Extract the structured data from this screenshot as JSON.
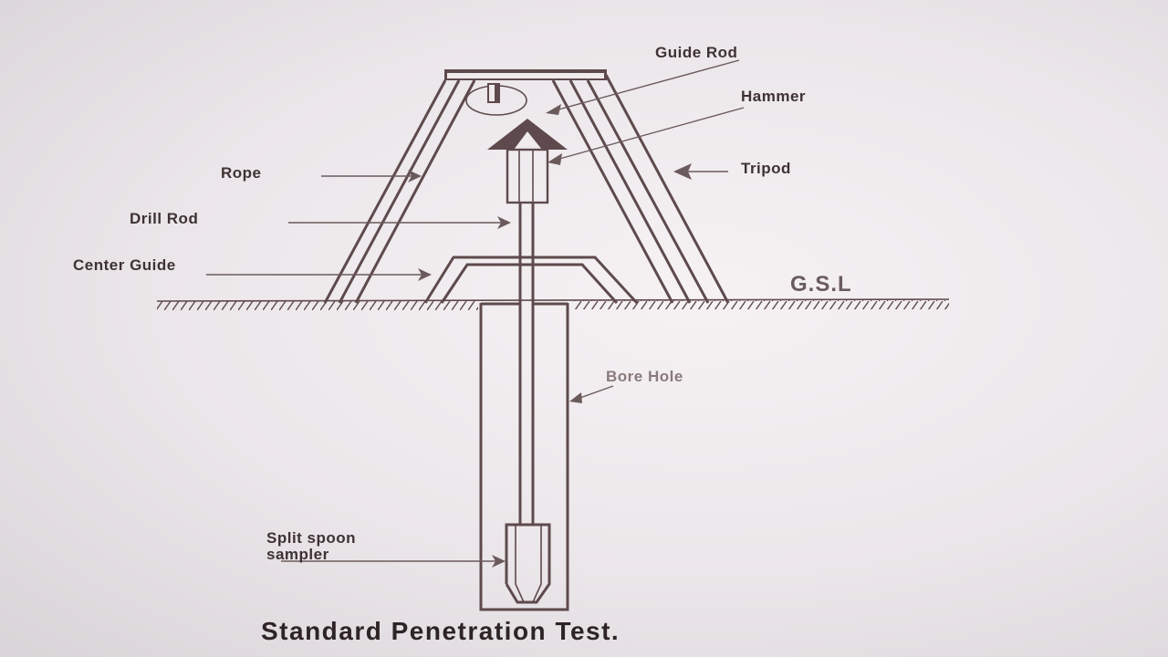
{
  "diagram": {
    "title": "Standard Penetration Test.",
    "labels": {
      "guide_rod": "Guide Rod",
      "hammer": "Hammer",
      "tripod": "Tripod",
      "rope": "Rope",
      "drill_rod": "Drill Rod",
      "center_guide": "Center Guide",
      "gsl": "G.S.L",
      "bore_hole": "Bore Hole",
      "split_spoon_line1": "Split spoon",
      "split_spoon_line2": "sampler"
    },
    "colors": {
      "ink": "#5e4a4c",
      "paper": "#ebe6e9",
      "title": "#2e2426"
    }
  }
}
